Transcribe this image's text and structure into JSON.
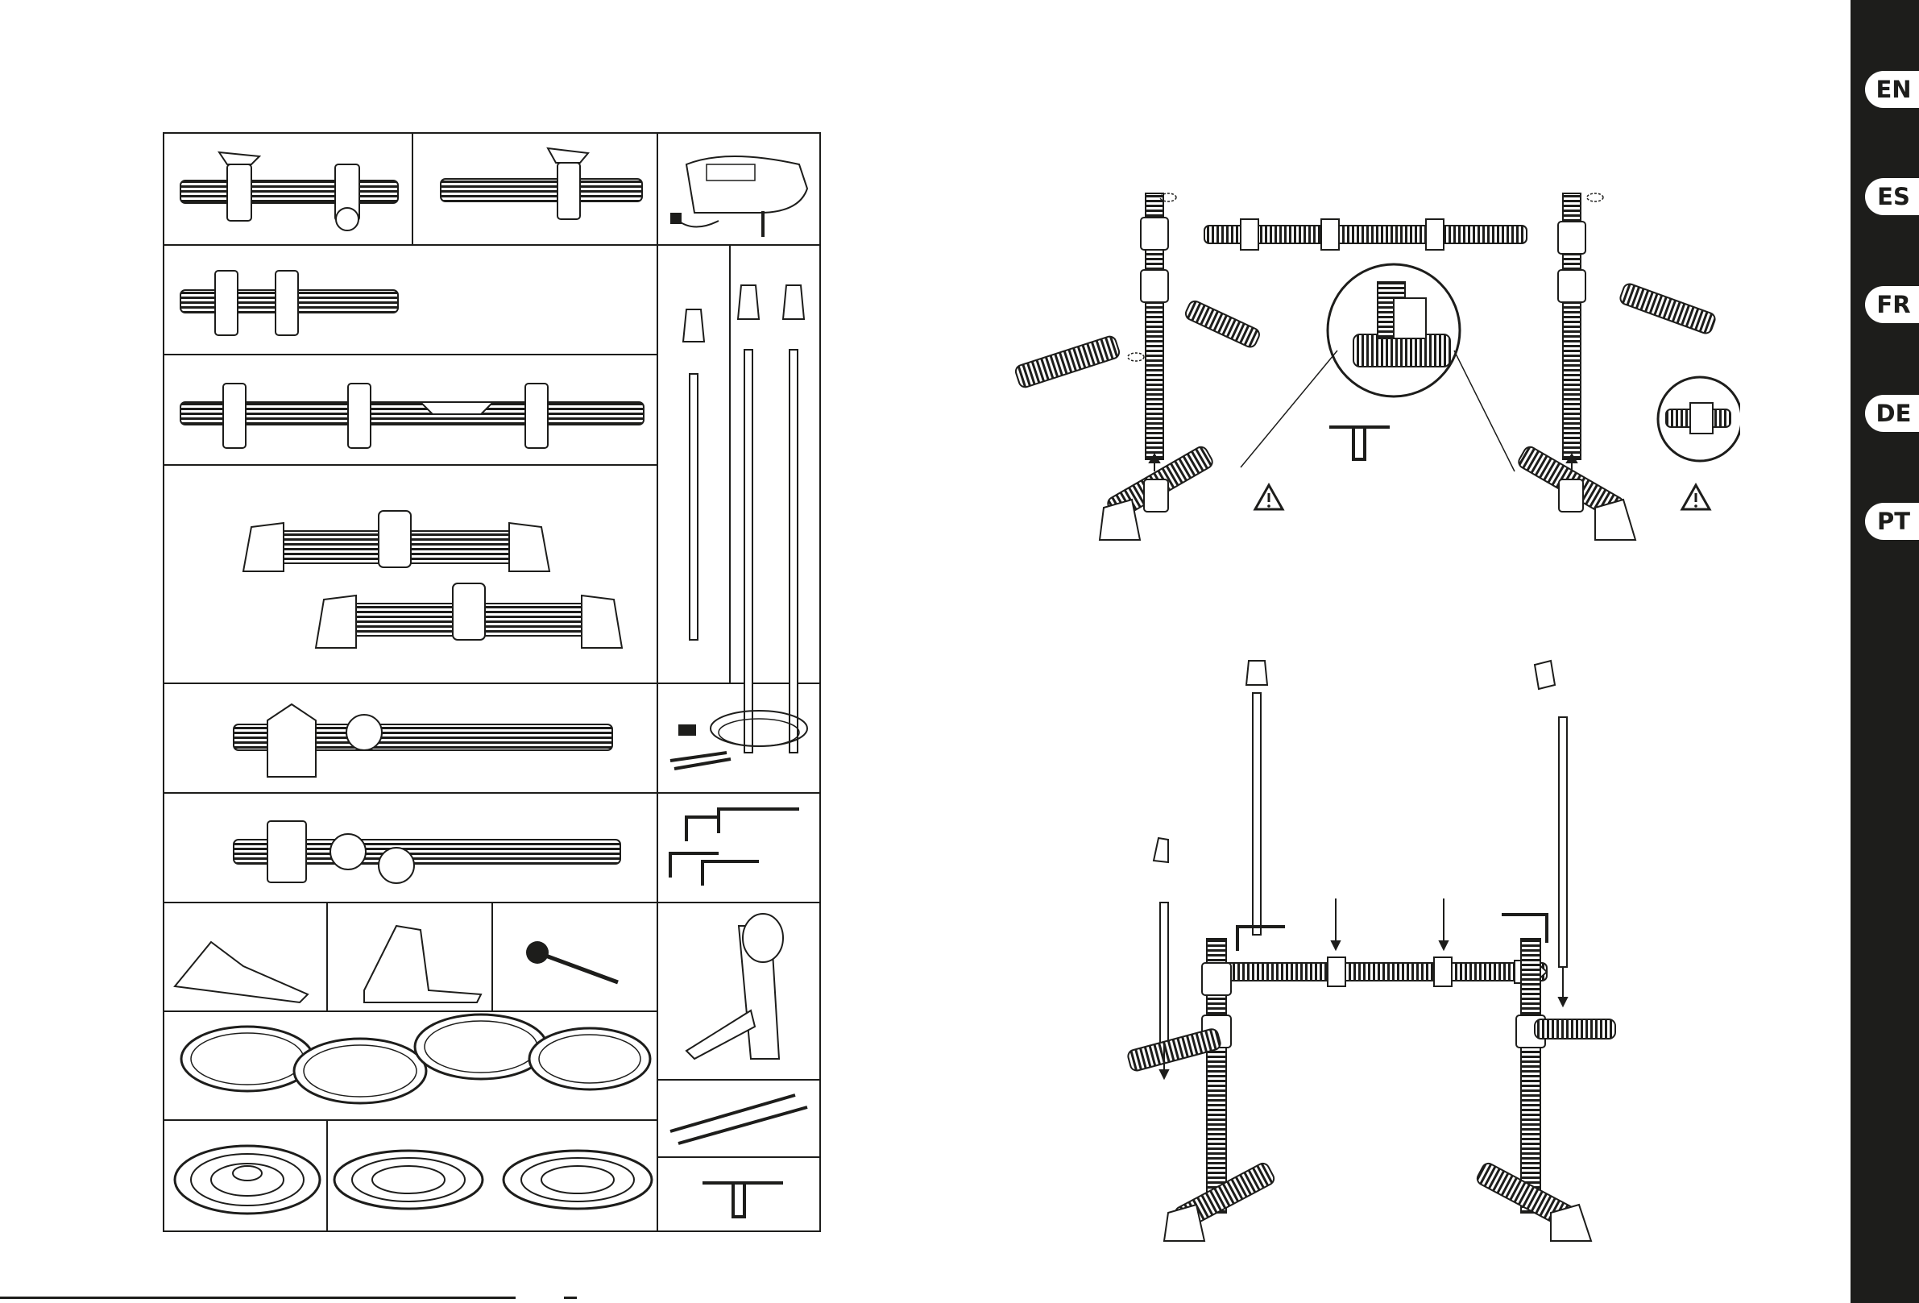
{
  "languages": [
    {
      "code": "EN"
    },
    {
      "code": "ES"
    },
    {
      "code": "FR"
    },
    {
      "code": "DE"
    },
    {
      "code": "PT"
    }
  ],
  "icons": {
    "warning": "warning-triangle-icon",
    "rotate": "rotate-arrow-icon",
    "drum_key": "drum-key-icon"
  },
  "colors": {
    "ink": "#1d1d1b",
    "paper": "#ffffff",
    "tab_bar": "#1d1d1b"
  }
}
